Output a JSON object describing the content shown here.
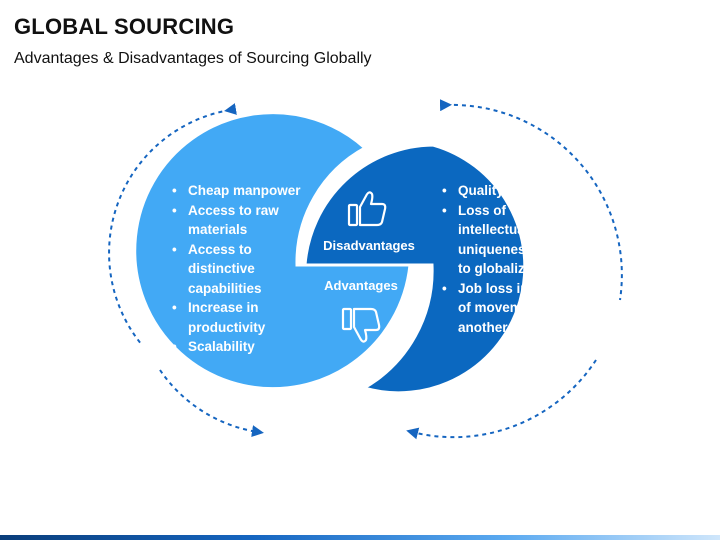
{
  "header": {
    "title": "GLOBAL SOURCING",
    "subtitle": "Advantages & Disadvantages of Sourcing Globally"
  },
  "diagram": {
    "left": {
      "label": "Advantages",
      "color": "#42a9f5",
      "items": [
        "Cheap manpower",
        "Access to raw materials",
        "Access to distinctive capabilities",
        "Increase in productivity",
        "Scalability"
      ]
    },
    "right": {
      "label": "Disadvantages",
      "color": "#0b68c0",
      "items": [
        "Quality Problems",
        "Loss of intellectual uniqueness due to globalization",
        "Job loss in case of movement to another nation"
      ]
    },
    "icons": [
      "thumbs-up-icon",
      "thumbs-down-icon"
    ],
    "arrow_color": "#1565c0"
  }
}
